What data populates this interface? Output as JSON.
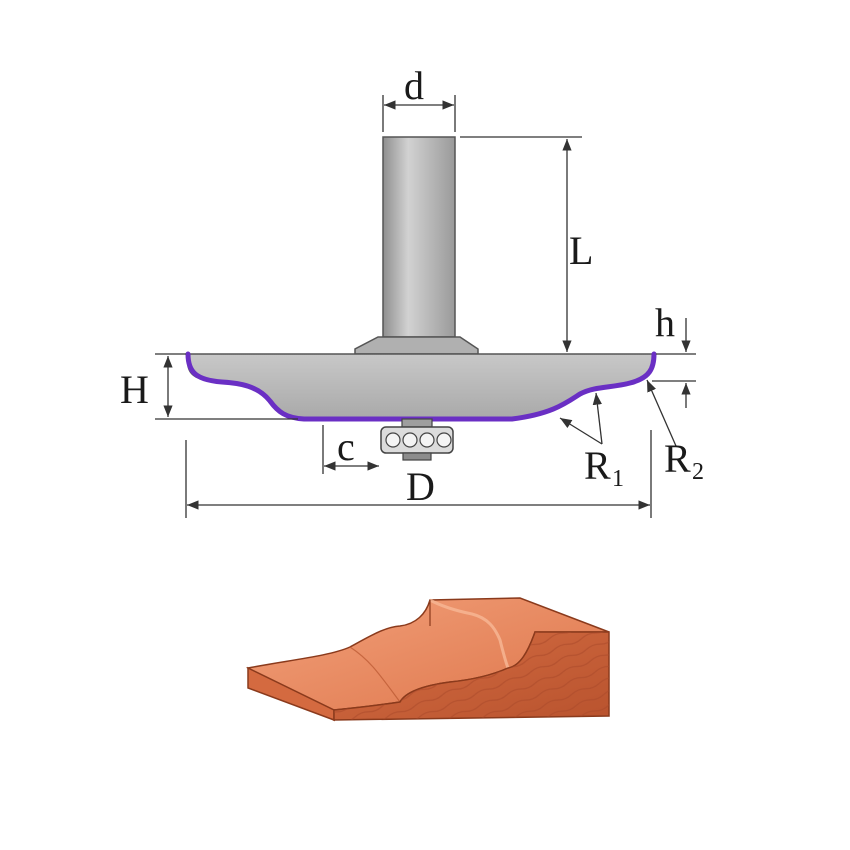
{
  "labels": {
    "d": "d",
    "L": "L",
    "h": "h",
    "H": "H",
    "c": "c",
    "D": "D",
    "R1_base": "R",
    "R1_sub": "1",
    "R2_base": "R",
    "R2_sub": "2"
  },
  "colors": {
    "cutter_body": "#b9b9b9",
    "cutting_edge": "#6a2fc4",
    "wood_top": "#e6875a",
    "wood_side": "#c9623a",
    "line": "#333333"
  },
  "icons": {
    "main": "router-bit-diagram",
    "profile": "wood-profile"
  }
}
